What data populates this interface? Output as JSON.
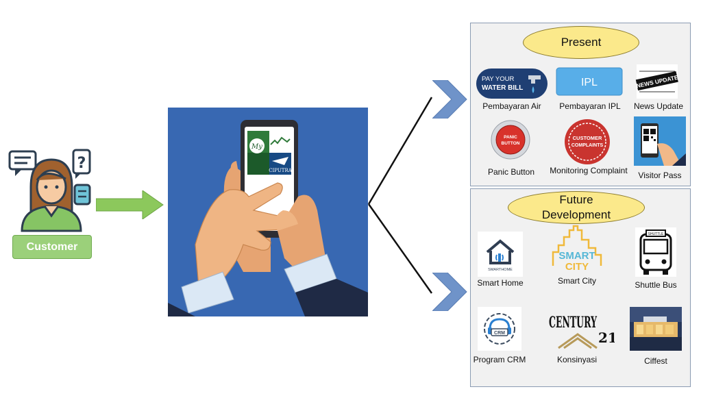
{
  "customer": {
    "label": "Customer"
  },
  "phone": {
    "app_logo_text": "CIPUTRA",
    "app_logo_prefix": "My"
  },
  "present": {
    "title": "Present",
    "items": [
      {
        "label": "Pembayaran Air",
        "icon": "water-bill-icon",
        "icon_text_1": "PAY YOUR",
        "icon_text_2": "WATER BILL"
      },
      {
        "label": "Pembayaran IPL",
        "icon": "ipl-icon",
        "icon_text_1": "IPL"
      },
      {
        "label": "News  Update",
        "icon": "news-update-icon",
        "icon_text_1": "NEWS UPDATE"
      },
      {
        "label": "Panic Button",
        "icon": "panic-button-icon",
        "icon_text_1": "PANIC",
        "icon_text_2": "BUTTON"
      },
      {
        "label": "Monitoring Complaint",
        "icon": "customer-complaints-icon",
        "icon_text_1": "CUSTOMER",
        "icon_text_2": "COMPLAINTS"
      },
      {
        "label": "Visitor Pass",
        "icon": "qr-phone-icon"
      }
    ]
  },
  "future": {
    "title_line1": "Future",
    "title_line2": "Development",
    "items": [
      {
        "label": "Smart Home",
        "icon": "smart-home-icon",
        "icon_text_1": "SMARTHOME"
      },
      {
        "label": "Smart City",
        "icon": "smart-city-icon",
        "icon_text_1": "SMART",
        "icon_text_2": "CITY"
      },
      {
        "label": "Shuttle Bus",
        "icon": "shuttle-bus-icon",
        "icon_text_1": "SHUTTLE"
      },
      {
        "label": "Program CRM",
        "icon": "crm-icon",
        "icon_text_1": "CRM"
      },
      {
        "label": "Konsinyasi",
        "icon": "century21-icon",
        "icon_text_1": "CENTURY",
        "icon_text_2": "21"
      },
      {
        "label": "Ciffest",
        "icon": "ciffest-photo-icon"
      }
    ]
  },
  "colors": {
    "accent_blue": "#3868b2",
    "green": "#9bd07a",
    "oval": "#fbe98b",
    "chevron": "#6f93c9"
  }
}
